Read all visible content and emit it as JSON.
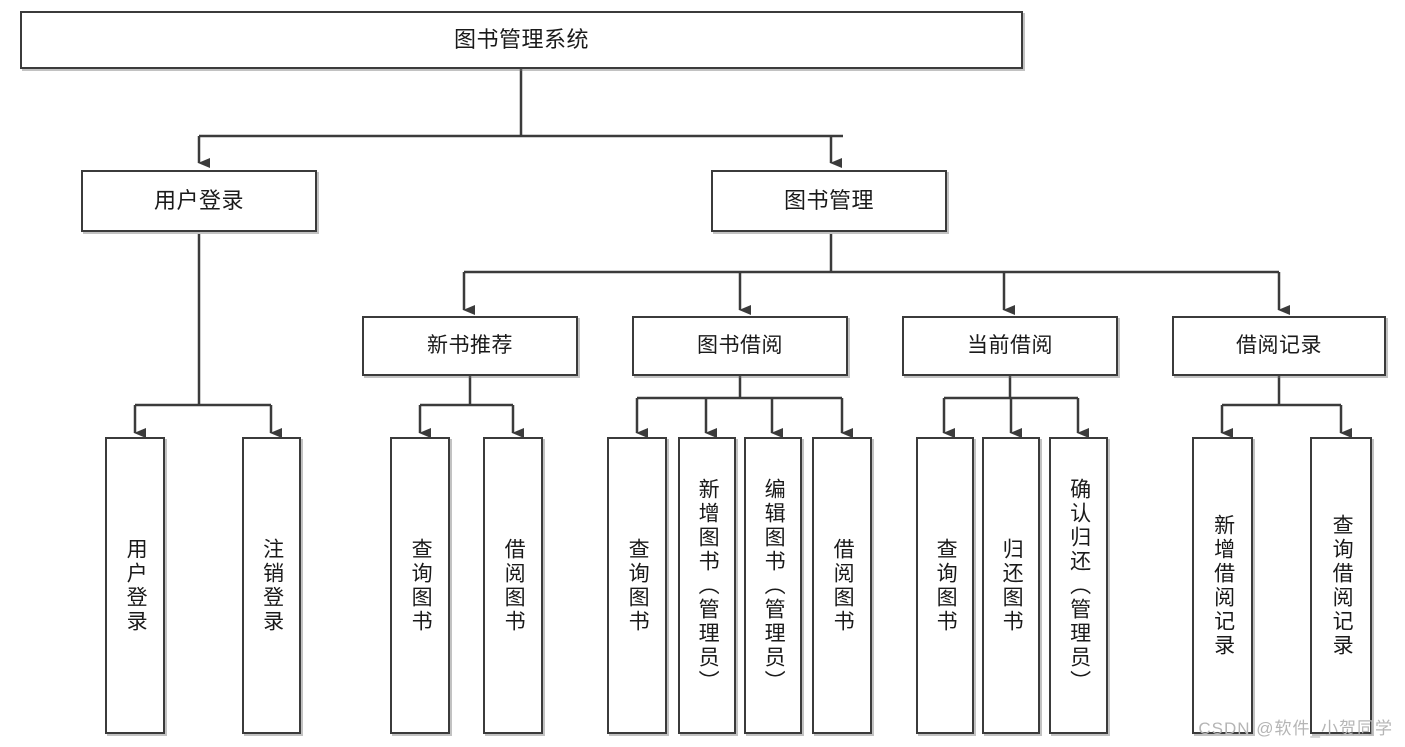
{
  "diagram": {
    "type": "tree",
    "title": "图书管理系统",
    "watermark": "CSDN @软件_小贺同学",
    "colors": {
      "box_border": "#3b3b3b",
      "box_fill": "#ffffff",
      "connector": "#3b3b3b",
      "text": "#1a1a1a",
      "watermark": "#b5b5b5"
    },
    "root": {
      "label": "图书管理系统"
    },
    "level1": [
      {
        "label": "用户登录"
      },
      {
        "label": "图书管理"
      }
    ],
    "level2": [
      {
        "label": "新书推荐"
      },
      {
        "label": "图书借阅"
      },
      {
        "label": "当前借阅"
      },
      {
        "label": "借阅记录"
      }
    ],
    "leaves": [
      {
        "label": "用户登录",
        "parent": "用户登录"
      },
      {
        "label": "注销登录",
        "parent": "用户登录"
      },
      {
        "label": "查询图书",
        "parent": "新书推荐"
      },
      {
        "label": "借阅图书",
        "parent": "新书推荐"
      },
      {
        "label": "查询图书",
        "parent": "图书借阅"
      },
      {
        "label": "新增图书（管理员）",
        "parent": "图书借阅"
      },
      {
        "label": "编辑图书（管理员）",
        "parent": "图书借阅"
      },
      {
        "label": "借阅图书",
        "parent": "图书借阅"
      },
      {
        "label": "查询图书",
        "parent": "当前借阅"
      },
      {
        "label": "归还图书",
        "parent": "当前借阅"
      },
      {
        "label": "确认归还（管理员）",
        "parent": "当前借阅"
      },
      {
        "label": "新增借阅记录",
        "parent": "借阅记录"
      },
      {
        "label": "查询借阅记录",
        "parent": "借阅记录"
      }
    ]
  }
}
